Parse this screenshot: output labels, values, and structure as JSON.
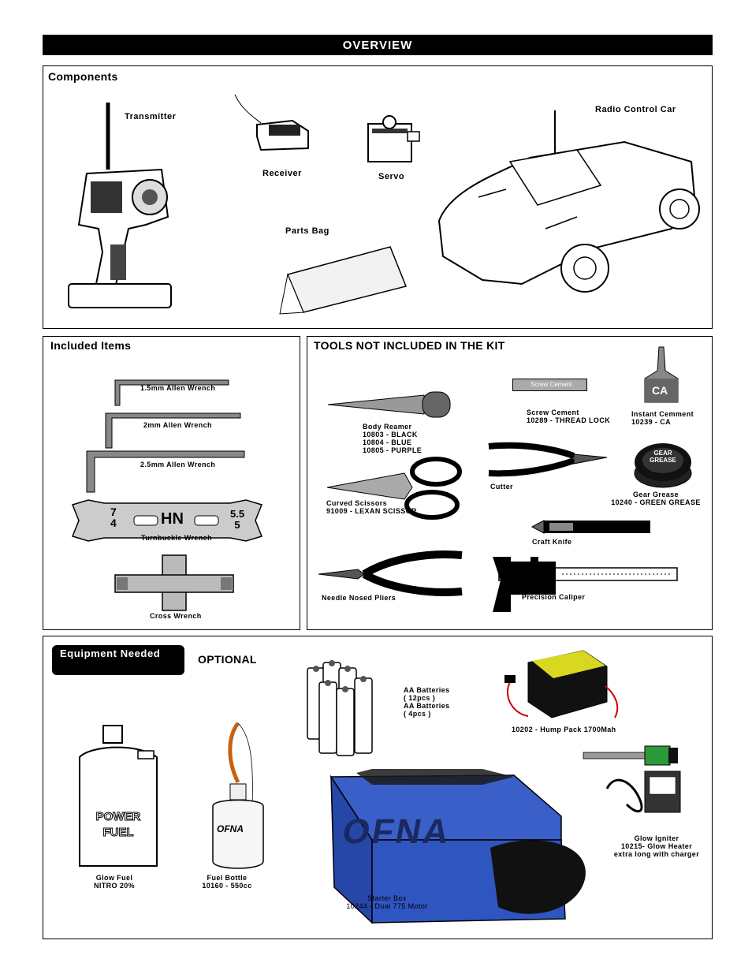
{
  "header": {
    "title": "OVERVIEW"
  },
  "components": {
    "title": "Components",
    "transmitter": "Transmitter",
    "receiver": "Receiver",
    "servo": "Servo",
    "parts_bag": "Parts Bag",
    "car": "Radio Control Car"
  },
  "included": {
    "title": "Included Items",
    "wrench15": "1.5mm Allen Wrench",
    "wrench2": "2mm Allen Wrench",
    "wrench25": "2.5mm Allen Wrench",
    "turnbuckle": "Turnbuckle Wrench",
    "turnbuckle_left_top": "7",
    "turnbuckle_left_bottom": "4",
    "turnbuckle_center": "HN",
    "turnbuckle_right_top": "5.5",
    "turnbuckle_right_bottom": "5",
    "cross": "Cross Wrench"
  },
  "tools": {
    "title": "TOOLS NOT INCLUDED IN THE KIT",
    "reamer": [
      "Body Reamer",
      "10803 - BLACK",
      "10804 - BLUE",
      "10805 - PURPLE"
    ],
    "cement": [
      "Screw Cement",
      "10289 - THREAD LOCK"
    ],
    "cement_tube": "Screw Cement",
    "ca": [
      "Instant Cemment",
      "10239 - CA"
    ],
    "ca_bottle": "CA",
    "scissors": [
      "Curved Scissors",
      "91009 - LEXAN SCISSOR"
    ],
    "cutter": "Cutter",
    "grease": [
      "Gear Grease",
      "10240 - GREEN GREASE"
    ],
    "grease_jar": [
      "GEAR",
      "GREASE"
    ],
    "knife": "Craft Knife",
    "pliers": "Needle Nosed Pliers",
    "caliper": "Precision Caliper"
  },
  "equipment": {
    "title": "Equipment Needed",
    "optional": "OPTIONAL",
    "batteries": [
      "AA  Batteries",
      "( 12pcs )",
      "AA  Batteries",
      "( 4pcs )"
    ],
    "hump": "10202 - Hump Pack 1700Mah",
    "fuel_jug": [
      "POWER",
      "FUEL"
    ],
    "fuel": [
      "Glow Fuel",
      "NITRO 20%"
    ],
    "bottle": [
      "Fuel Bottle",
      "10160 - 550cc"
    ],
    "bottle_brand": "OFNA",
    "starter_brand": "OFNA",
    "starter": [
      "Starter Box",
      "10244 - Dual 775 Motor"
    ],
    "igniter": [
      "Glow Igniter",
      "10215- Glow Heater",
      "extra long with charger"
    ]
  }
}
